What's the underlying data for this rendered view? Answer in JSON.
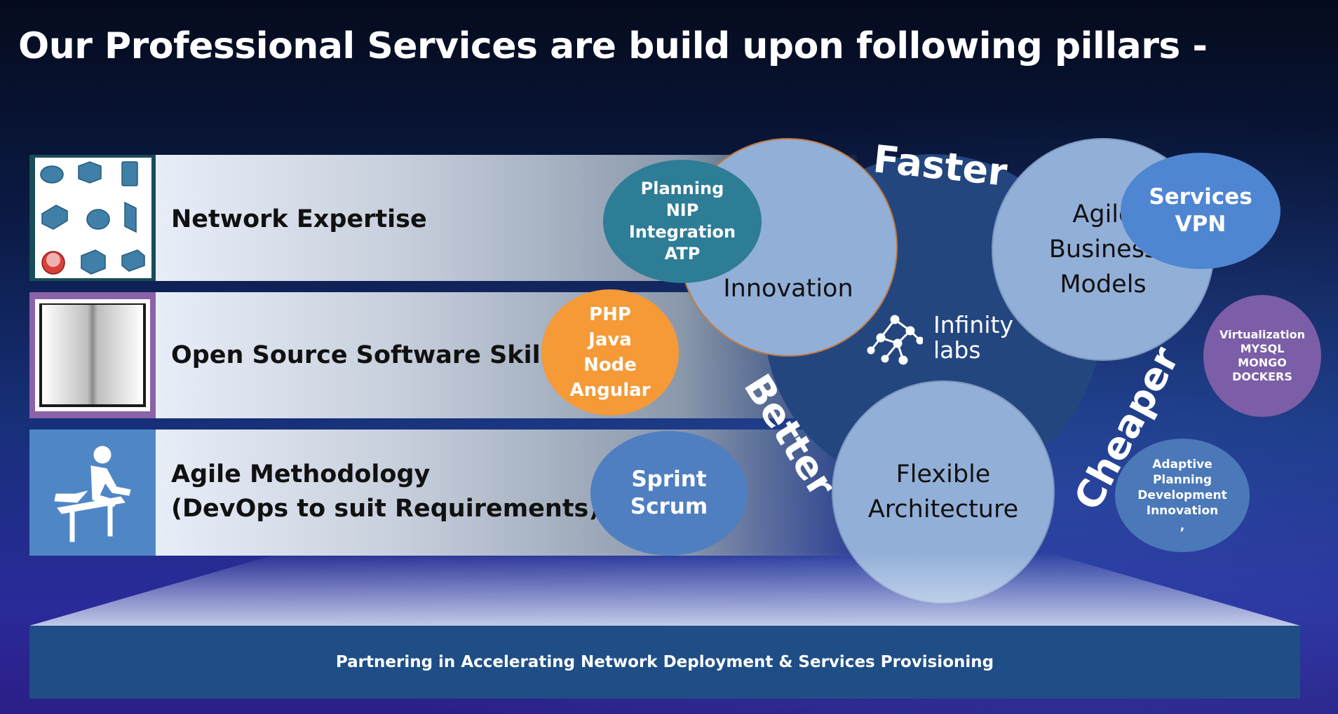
{
  "title": "Our Professional Services are build upon following pillars -",
  "pillars": [
    {
      "label": "Network Expertise",
      "icon": "network-devices-icon",
      "icon_bg": "#1a4d56"
    },
    {
      "label": "Open Source Software Skills",
      "icon": "open-book-icon",
      "icon_bg": "#8a63a8"
    },
    {
      "label_line1": "Agile Methodology",
      "label_line2": "(DevOps to suit Requirements)",
      "icon": "hurdle-runner-icon",
      "icon_bg": "#4f87c6"
    }
  ],
  "bubbles": {
    "planning": [
      "Planning",
      "NIP",
      "Integration",
      "ATP"
    ],
    "oss": [
      "PHP",
      "Java",
      "Node",
      "Angular"
    ],
    "agile": [
      "Sprint",
      "Scrum"
    ],
    "services": [
      "Services",
      "VPN"
    ],
    "virtualization": [
      "Virtualization",
      "MYSQL",
      "MONGO",
      "DOCKERS"
    ],
    "adaptive": [
      "Adaptive",
      "Planning",
      "Development",
      "Innovation",
      ","
    ]
  },
  "circles": {
    "innovation": [
      "Innovation"
    ],
    "agile_business": [
      "Agile",
      "Business",
      "Models"
    ],
    "flexible": [
      "Flexible",
      "Architecture"
    ]
  },
  "center": {
    "line1": "Infinity",
    "line2": "labs"
  },
  "arc_words": {
    "top": "Faster",
    "left": "Better",
    "right": "Cheaper"
  },
  "base_text": "Partnering in Accelerating Network Deployment & Services Provisioning",
  "colors": {
    "planning": "#2e7d96",
    "oss": "#f59a36",
    "agile": "#4f7fc0",
    "services": "#4f86d2",
    "virtualization": "#7b5ea7",
    "adaptive": "#4a78b8",
    "circle": "#92afd8",
    "hub": "#23467f",
    "base": "#1f4e86"
  }
}
